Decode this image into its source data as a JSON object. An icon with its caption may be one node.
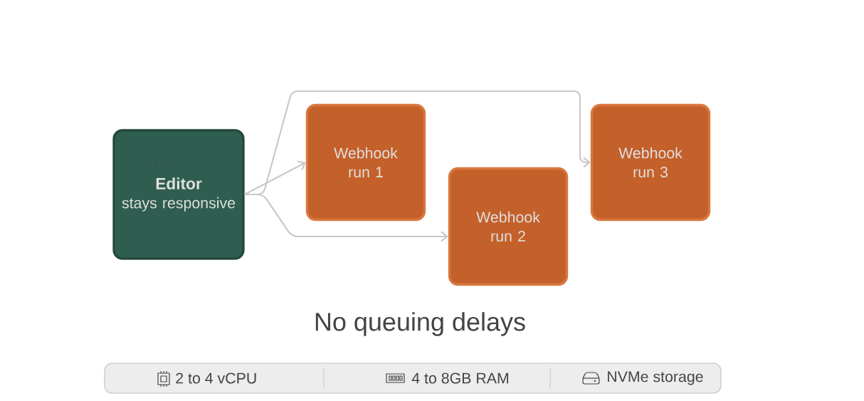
{
  "diagram": {
    "title": "No queuing delays",
    "nodes": [
      {
        "text": [
          "Editor",
          "stays responsive"
        ]
      },
      {
        "text": [
          "Webhook run 1"
        ]
      },
      {
        "text": [
          "Webhook run 2"
        ]
      },
      {
        "text": [
          "Webhook run 3"
        ]
      }
    ],
    "edges": [
      {
        "from": 0,
        "to": 1,
        "arrow": "to"
      },
      {
        "from": 0,
        "to": 3,
        "arrow": "to"
      },
      {
        "from": 0,
        "to": 2,
        "arrow": "to"
      }
    ],
    "labels": [
      "2 to 4 vCPU",
      "4 to 8GB RAM",
      "NVMe storage"
    ]
  }
}
